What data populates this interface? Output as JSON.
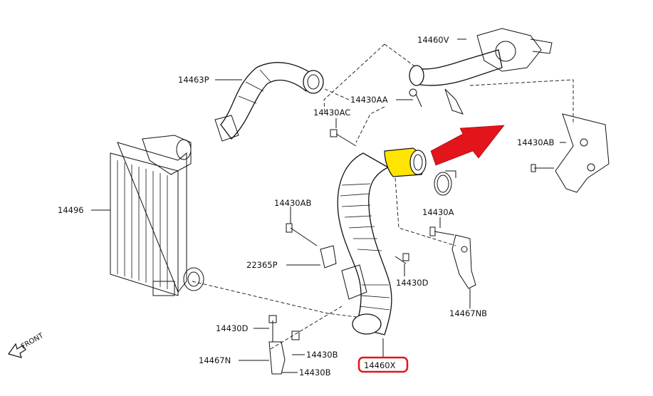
{
  "labels": {
    "p14460v": "14460V",
    "p14463p": "14463P",
    "p14430aa": "14430AA",
    "p14430ac": "14430AC",
    "p14430ab_right": "14430AB",
    "p14496": "14496",
    "p14430ab_left": "14430AB",
    "p14430a": "14430A",
    "p22365p": "22365P",
    "p14430d_mid": "14430D",
    "p14467nb": "14467NB",
    "p14430d_left": "14430D",
    "p14430b_upper": "14430B",
    "p14467n": "14467N",
    "p14430b_lower": "14430B",
    "p14460x": "14460X",
    "front": "FRONT"
  },
  "colors": {
    "highlight_box": "#e3141b",
    "arrow": "#e3141b",
    "highlighted_part_fill": "#ffe400",
    "line": "#111111",
    "background": "#ffffff"
  },
  "highlighted_part": "14460X"
}
